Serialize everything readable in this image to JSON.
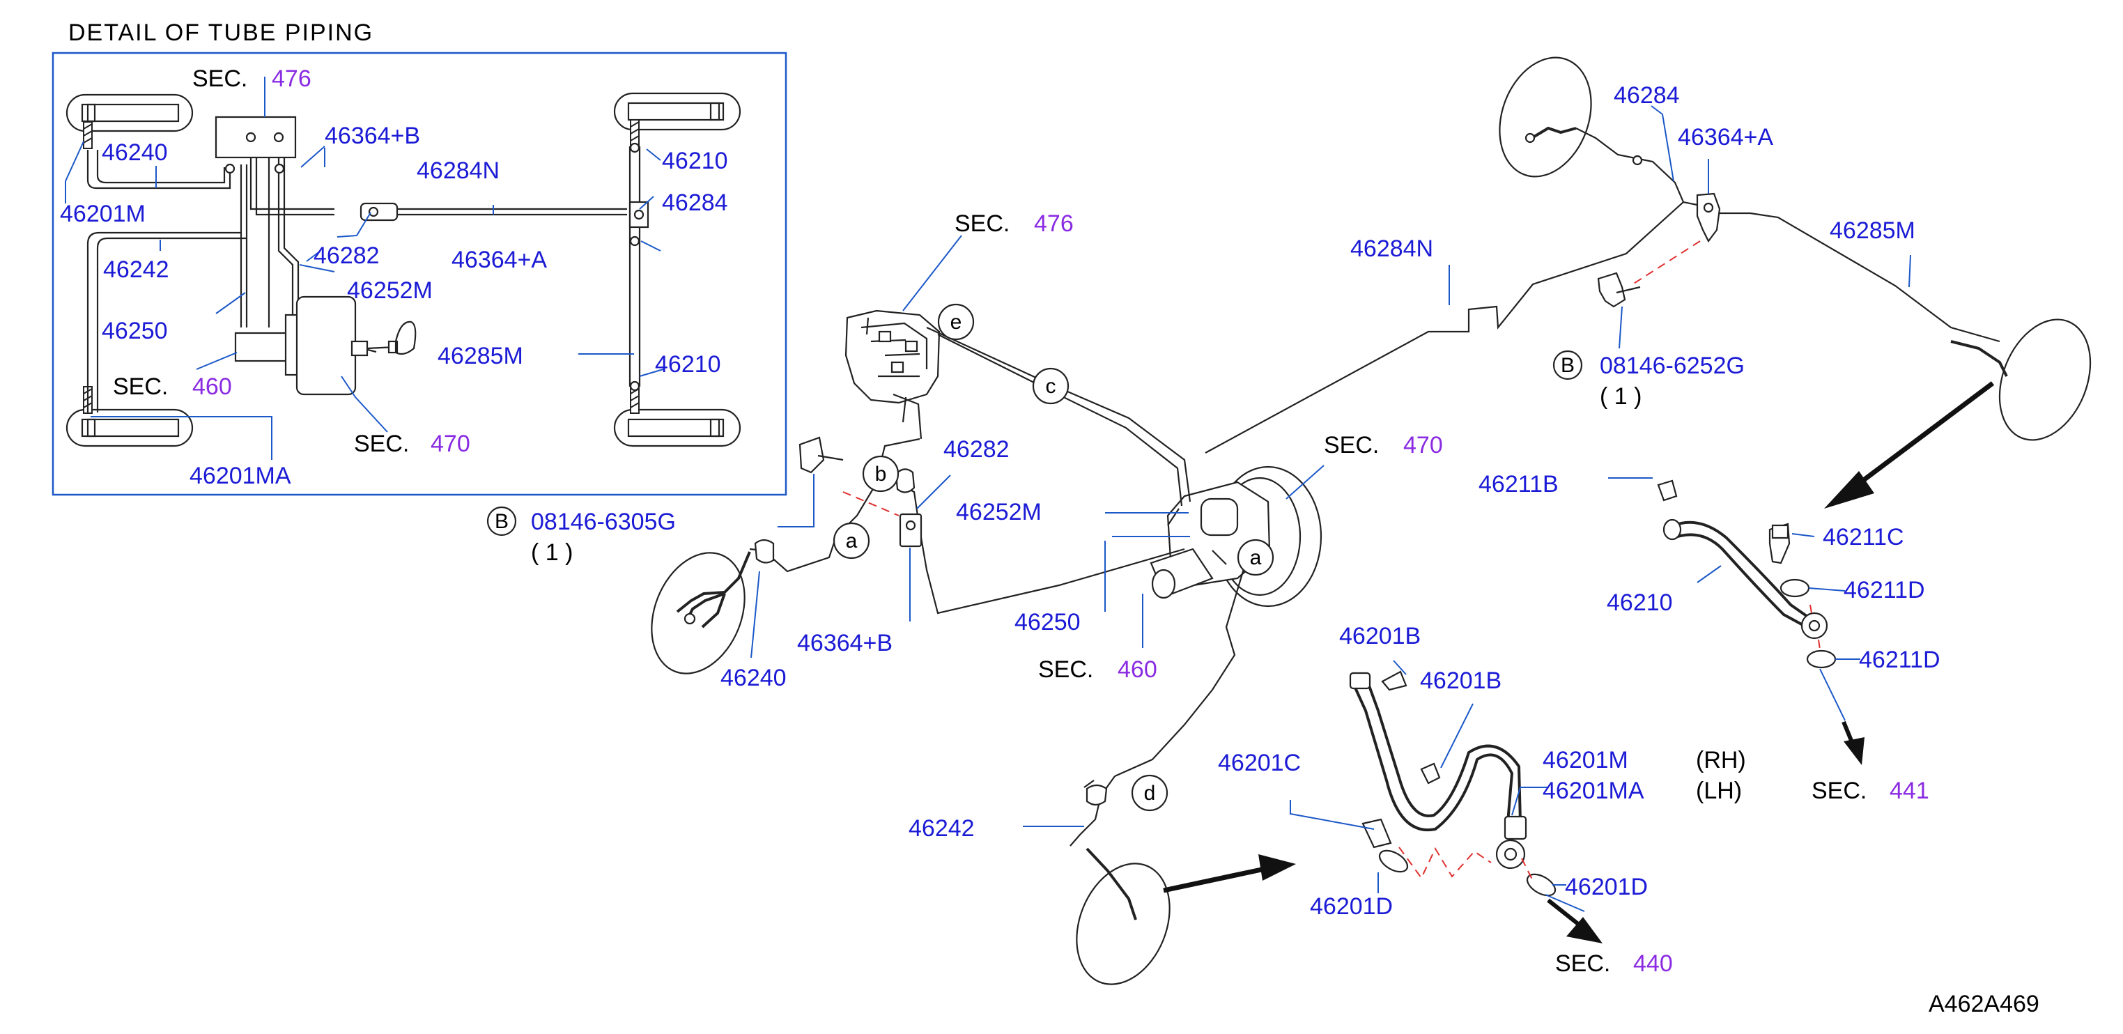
{
  "title": "DETAIL OF TUBE PIPING",
  "diagram_code": "A462A469",
  "colors": {
    "part_number": "#1b1bd6",
    "section_number": "#8a2be2",
    "leader": "#1b58c8",
    "hidden_line": "#e03030"
  },
  "sec_word": "SEC.",
  "sec_numbers": {
    "s476": "476",
    "s460": "460",
    "s470": "470",
    "s441": "441",
    "s440": "440"
  },
  "parts": {
    "p46240": "46240",
    "p46201M": "46201M",
    "p46242": "46242",
    "p46250": "46250",
    "p46201MA": "46201MA",
    "p46364B": "46364+B",
    "p46284N": "46284N",
    "p46282": "46282",
    "p46252M": "46252M",
    "p46364A": "46364+A",
    "p46210": "46210",
    "p46284": "46284",
    "p46285M": "46285M",
    "p46211B": "46211B",
    "p46211C": "46211C",
    "p46211D": "46211D",
    "p46201B": "46201B",
    "p46201C": "46201C",
    "p46201D": "46201D"
  },
  "bolts": {
    "circle_letter": "B",
    "b1_number": "08146-6305G",
    "b2_number": "08146-6252G",
    "qty": "( 1 )"
  },
  "side_labels": {
    "rh": "(RH)",
    "lh": "(LH)"
  },
  "connection_letters": {
    "a": "a",
    "b": "b",
    "c": "c",
    "d": "d",
    "e": "e"
  }
}
